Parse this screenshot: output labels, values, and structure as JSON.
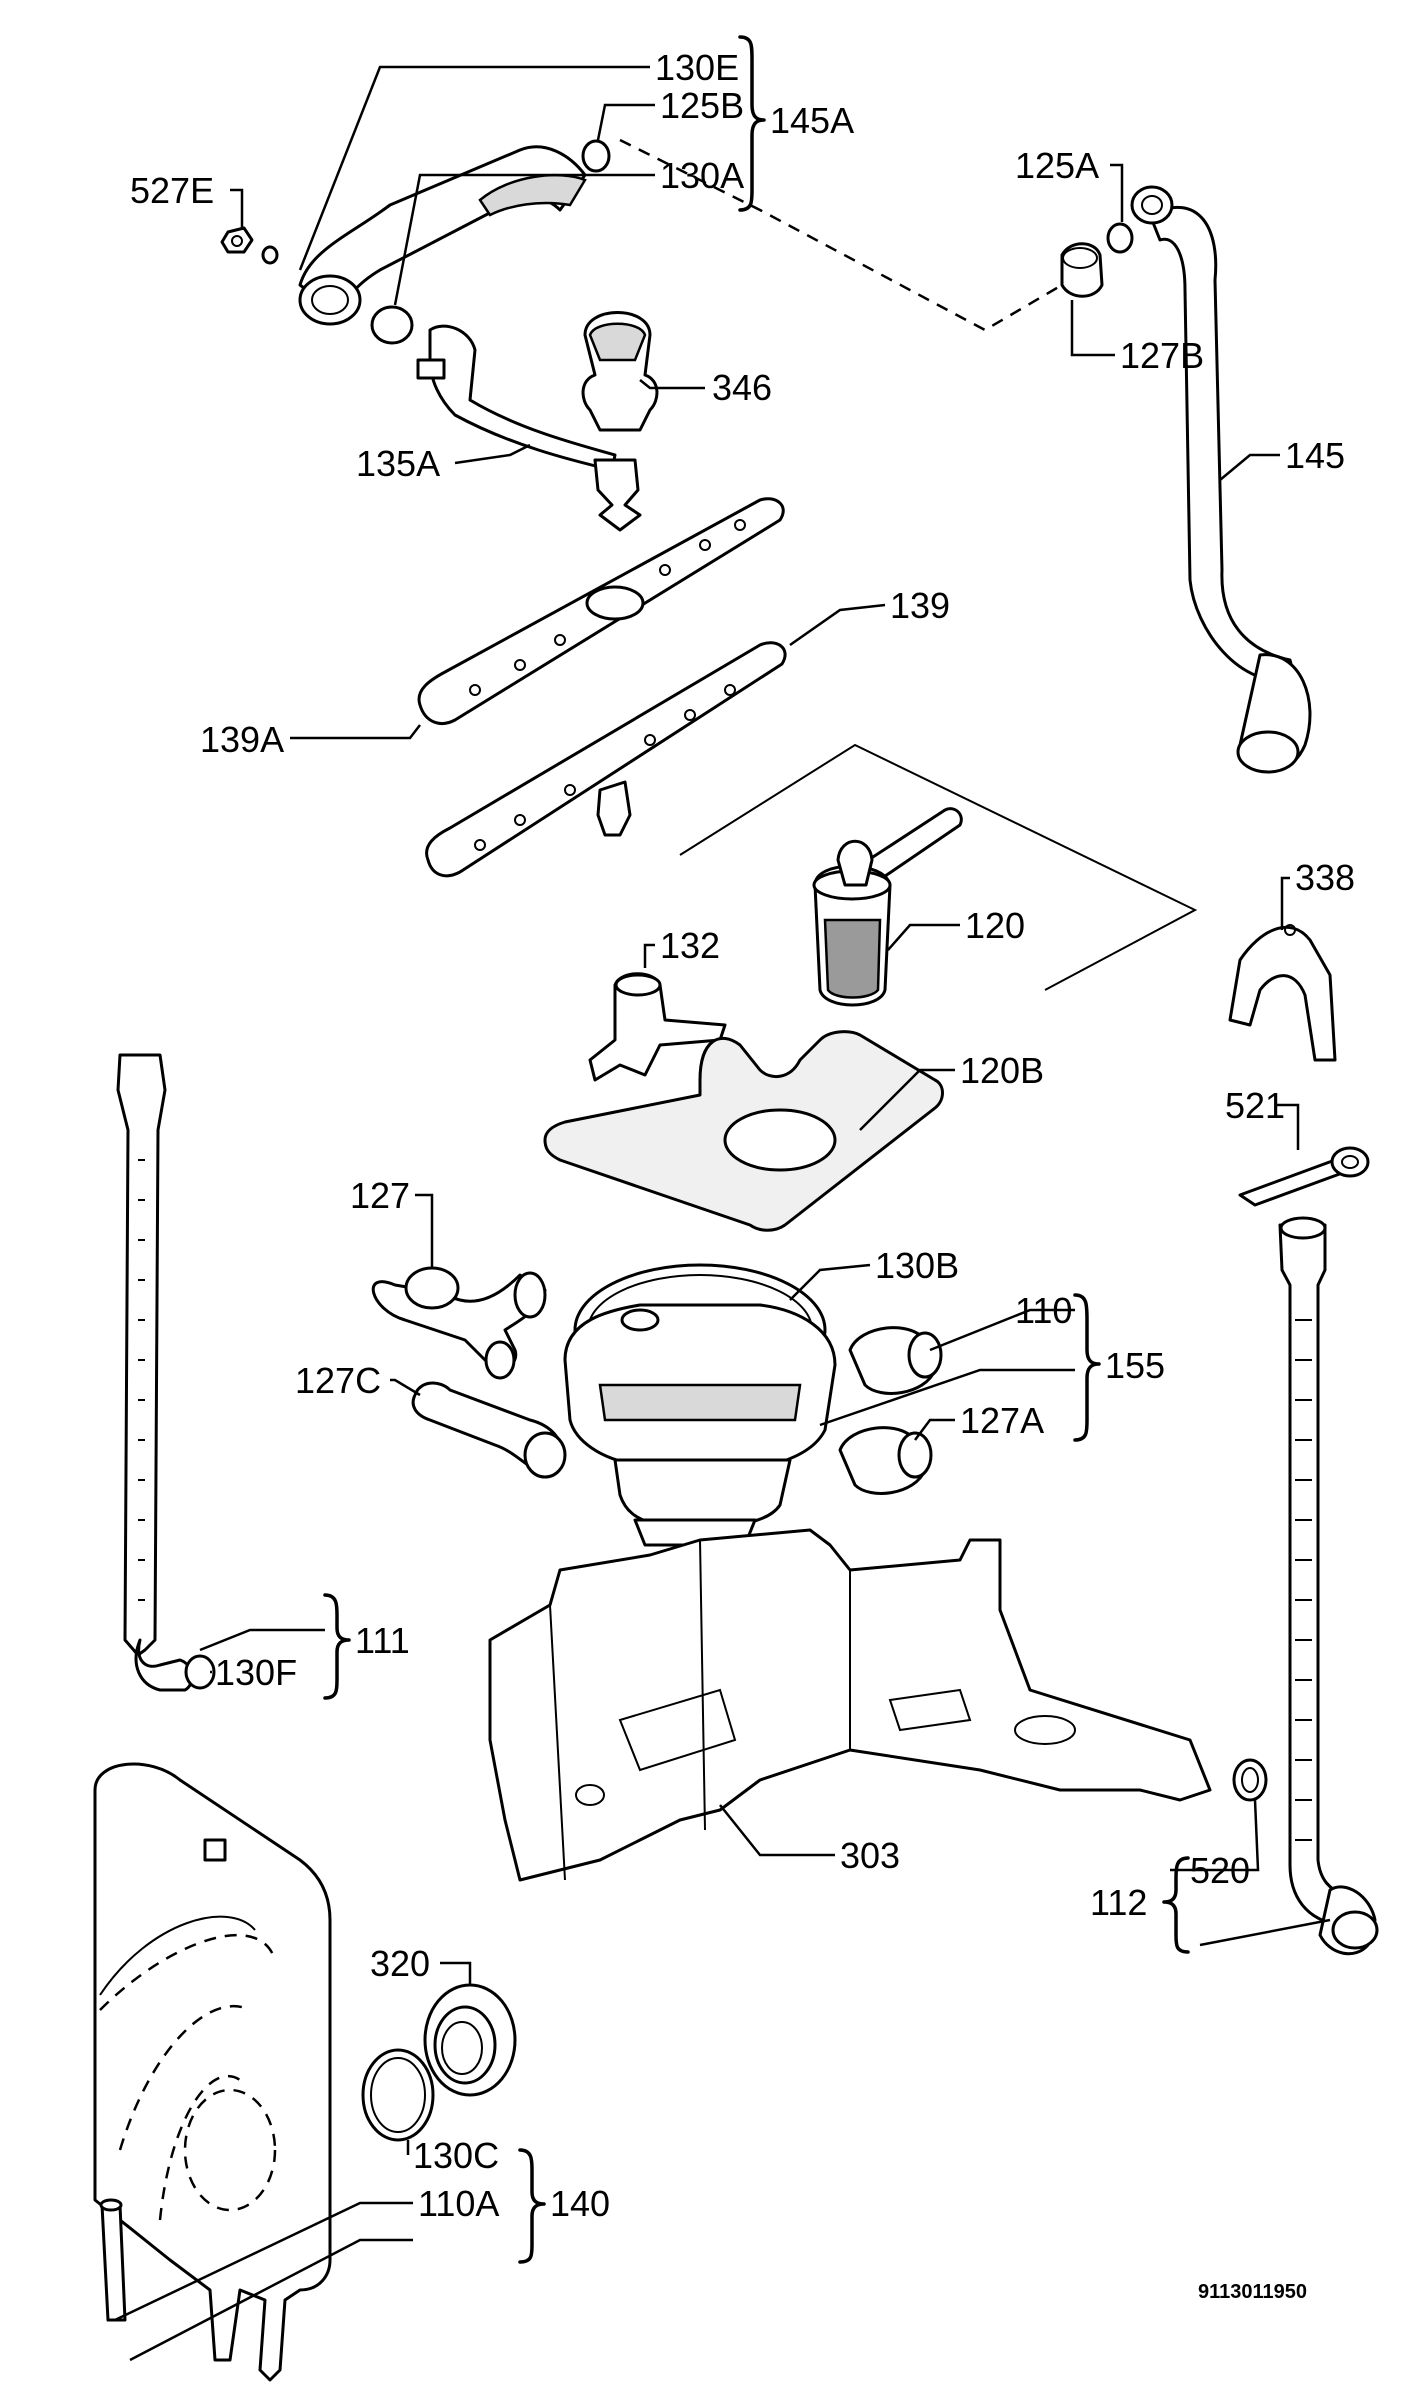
{
  "drawing_number": "9113011950",
  "labels": {
    "l130E": "130E",
    "l125B": "125B",
    "l145A": "145A",
    "l130A": "130A",
    "l527E": "527E",
    "l125A": "125A",
    "l127B": "127B",
    "l346": "346",
    "l135A": "135A",
    "l145": "145",
    "l139": "139",
    "l139A": "139A",
    "l338": "338",
    "l120": "120",
    "l132": "132",
    "l120B": "120B",
    "l521": "521",
    "l127": "127",
    "l130B": "130B",
    "l110": "110",
    "l155": "155",
    "l127C": "127C",
    "l127A": "127A",
    "l111": "111",
    "l130F": "130F",
    "l303": "303",
    "l112": "112",
    "l520": "520",
    "l320": "320",
    "l130C": "130C",
    "l110A": "110A",
    "l140": "140"
  }
}
